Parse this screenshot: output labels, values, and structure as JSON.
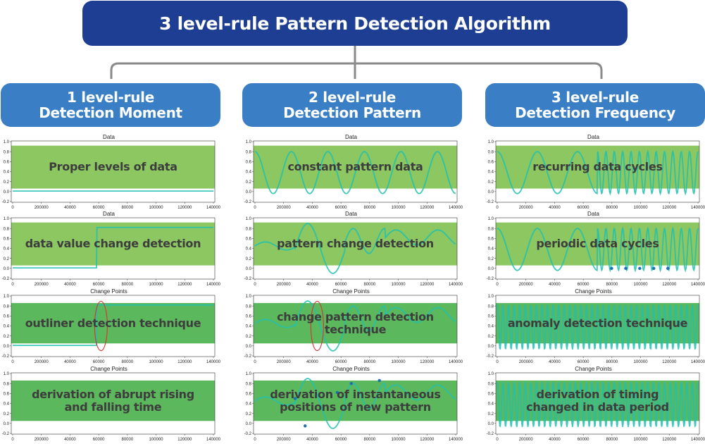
{
  "title": "3 level-rule Pattern Detection Algorithm",
  "columns": [
    {
      "heading": [
        "1 level-rule",
        "Detection Moment"
      ],
      "panels": [
        {
          "plot_title": "Data",
          "label": [
            "Proper levels of data"
          ],
          "signal": "flat",
          "band": "light"
        },
        {
          "plot_title": "Data",
          "label": [
            "data value change detection"
          ],
          "signal": "step",
          "band": "light"
        },
        {
          "plot_title": "Change Points",
          "label": [
            "outliner detection technique"
          ],
          "signal": "step",
          "band": "dark",
          "marker": "ellipse"
        },
        {
          "plot_title": "Change Points",
          "label": [
            "derivation of abrupt rising",
            "and falling time"
          ],
          "signal": "none",
          "band": "dark"
        }
      ]
    },
    {
      "heading": [
        "2 level-rule",
        "Detection Pattern"
      ],
      "panels": [
        {
          "plot_title": "Data",
          "label": [
            "constant pattern data"
          ],
          "signal": "sine",
          "band": "light"
        },
        {
          "plot_title": "Data",
          "label": [
            "pattern change detection"
          ],
          "signal": "changing",
          "band": "light"
        },
        {
          "plot_title": "Change Points",
          "label": [
            "change pattern detection",
            "technique"
          ],
          "signal": "changing",
          "band": "dark",
          "marker": "ellipse"
        },
        {
          "plot_title": "Change Points",
          "label": [
            "derivation of instantaneous",
            "positions of new pattern"
          ],
          "signal": "changing",
          "band": "dark",
          "marker": "points"
        }
      ]
    },
    {
      "heading": [
        "3 level-rule",
        "Detection Frequency"
      ],
      "panels": [
        {
          "plot_title": "Data",
          "label": [
            "recurring data cycles"
          ],
          "signal": "freq",
          "band": "light"
        },
        {
          "plot_title": "Data",
          "label": [
            "periodic data cycles"
          ],
          "signal": "freq",
          "band": "light",
          "marker": "dots"
        },
        {
          "plot_title": "Change Points",
          "label": [
            "anomaly detection technique"
          ],
          "signal": "dense",
          "band": "dark"
        },
        {
          "plot_title": "Change Points",
          "label": [
            "derivation of timing",
            "changed in data period"
          ],
          "signal": "dense",
          "band": "dark"
        }
      ]
    }
  ],
  "axes": {
    "x_ticks": [
      "0",
      "200000",
      "40000",
      "60000",
      "80000",
      "100000",
      "120000",
      "140000"
    ],
    "y_ticks": [
      "1.0",
      "0.8",
      "0.6",
      "0.4",
      "0.2",
      "0.0",
      "-0.2"
    ]
  },
  "colors": {
    "title_bg": "#1d3e93",
    "header_bg": "#3a7fc5",
    "band_light": "#8cc761",
    "band_dark": "#5cb85c",
    "line": "#1fbfb0",
    "marker": "#d9322e",
    "point": "#1d6fb0"
  }
}
